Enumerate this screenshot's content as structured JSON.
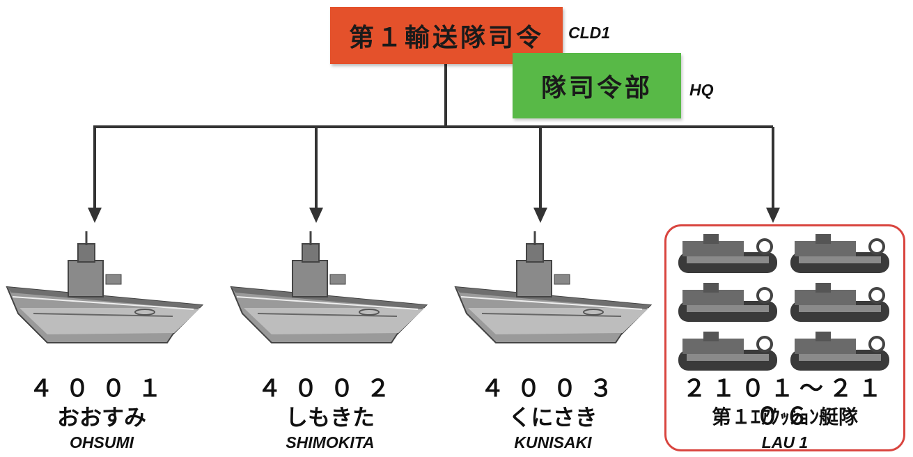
{
  "command": {
    "label": "第１輸送隊司令",
    "tag": "CLD1",
    "color": "#e4512b"
  },
  "headquarters": {
    "label": "隊司令部",
    "tag": "HQ",
    "color": "#58b947"
  },
  "units": [
    {
      "number": "４００１",
      "name_jp": "おおすみ",
      "name_en": "OHSUMI",
      "icon": "ship-icon"
    },
    {
      "number": "４００２",
      "name_jp": "しもきた",
      "name_en": "SHIMOKITA",
      "icon": "ship-icon"
    },
    {
      "number": "４００３",
      "name_jp": "くにさき",
      "name_en": "KUNISAKI",
      "icon": "ship-icon"
    },
    {
      "number": "２１０１～２１０６",
      "name_jp": "第１ｴｱｸｯｼｮﾝ艇隊",
      "name_en": "LAU 1",
      "icon": "hovercraft-icon",
      "frame_color": "#d9453f"
    }
  ]
}
